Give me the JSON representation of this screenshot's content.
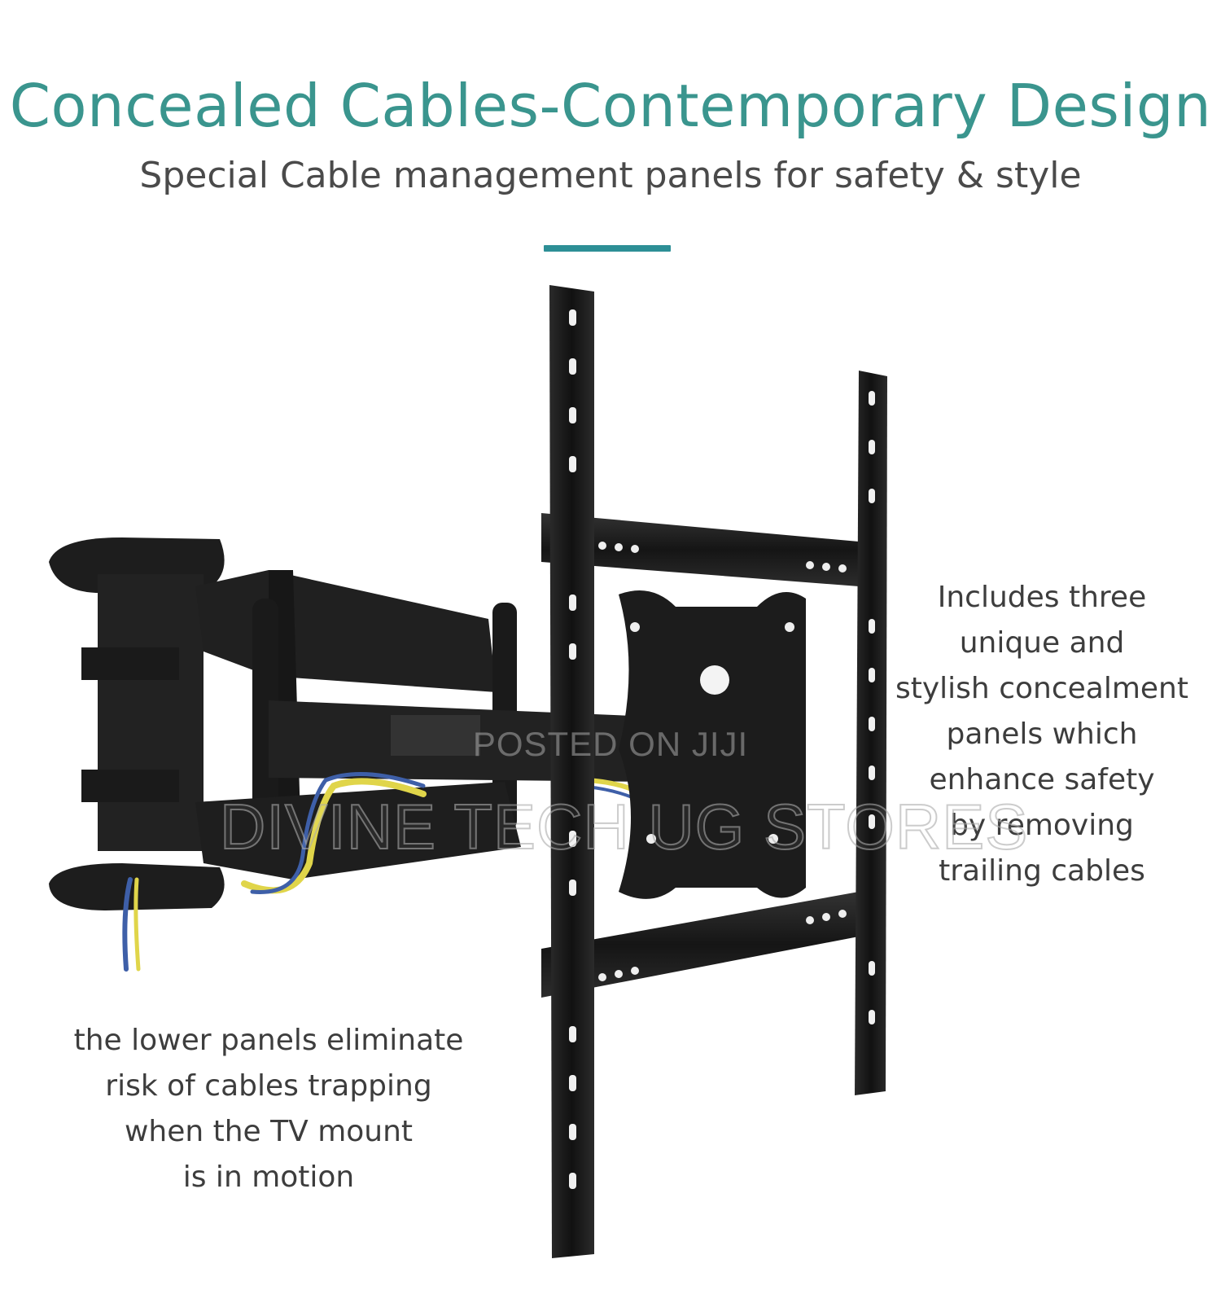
{
  "header": {
    "title": "Concealed Cables-Contemporary Design",
    "subtitle": "Special Cable management panels for safety & style"
  },
  "colors": {
    "title": "#3a958e",
    "accent_bar": "#2d8f96",
    "body_text": "#3d3d3d",
    "mount_metal": "#1c1c1c",
    "cable_yellow": "#e0d54a",
    "cable_blue": "#3e5fa8"
  },
  "notes": {
    "right_lines": [
      "Includes three",
      "unique and",
      "stylish concealment",
      "panels which",
      "enhance safety",
      "by removing",
      "trailing cables"
    ],
    "left_lines": [
      "the lower panels eliminate",
      "risk of cables trapping",
      "when the TV mount",
      "is in motion"
    ]
  },
  "watermarks": {
    "posted": "POSTED ON JIJI",
    "store": "DIVINE TECH UG STORES"
  }
}
